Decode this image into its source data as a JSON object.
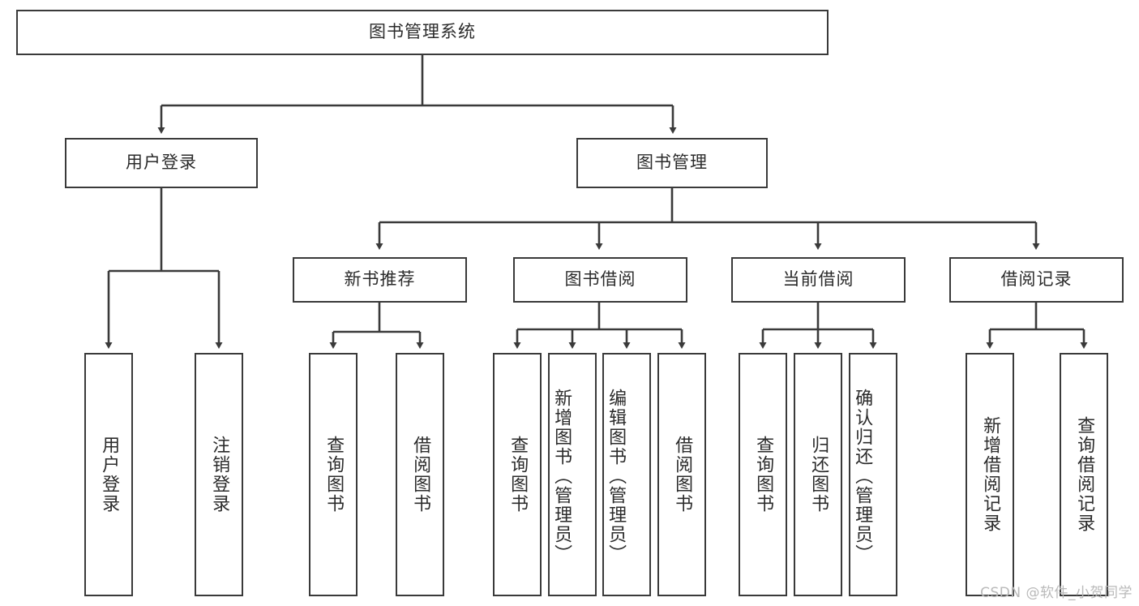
{
  "diagram": {
    "type": "tree",
    "title": "图书管理系统",
    "root": {
      "id": "root",
      "label": "图书管理系统"
    },
    "level1": [
      {
        "id": "user-login",
        "label": "用户登录"
      },
      {
        "id": "book-manage",
        "label": "图书管理"
      }
    ],
    "level2": [
      {
        "id": "new-book-recommend",
        "label": "新书推荐",
        "parent": "book-manage"
      },
      {
        "id": "book-borrow",
        "label": "图书借阅",
        "parent": "book-manage"
      },
      {
        "id": "current-borrow",
        "label": "当前借阅",
        "parent": "book-manage"
      },
      {
        "id": "borrow-record",
        "label": "借阅记录",
        "parent": "book-manage"
      }
    ],
    "leaves": {
      "user-login": [
        {
          "id": "leaf-user-login",
          "label": "用户登录"
        },
        {
          "id": "leaf-user-logout",
          "label": "注销登录"
        }
      ],
      "new-book-recommend": [
        {
          "id": "leaf-query-book-1",
          "label": "查询图书"
        },
        {
          "id": "leaf-borrow-book-1",
          "label": "借阅图书"
        }
      ],
      "book-borrow": [
        {
          "id": "leaf-query-book-2",
          "label": "查询图书"
        },
        {
          "id": "leaf-add-book",
          "label": "新增图书（管理员）"
        },
        {
          "id": "leaf-edit-book",
          "label": "编辑图书（管理员）"
        },
        {
          "id": "leaf-borrow-book-2",
          "label": "借阅图书"
        }
      ],
      "current-borrow": [
        {
          "id": "leaf-query-book-3",
          "label": "查询图书"
        },
        {
          "id": "leaf-return-book",
          "label": "归还图书"
        },
        {
          "id": "leaf-confirm-return",
          "label": "确认归还（管理员）"
        }
      ],
      "borrow-record": [
        {
          "id": "leaf-add-record",
          "label": "新增借阅记录"
        },
        {
          "id": "leaf-query-record",
          "label": "查询借阅记录"
        }
      ]
    },
    "colors": {
      "stroke": "#3a3a3a",
      "fill": "#ffffff",
      "text": "#2b2b2b",
      "watermark": "#b9b9b9"
    }
  },
  "watermark": {
    "text": "CSDN @软件_小贺同学"
  }
}
